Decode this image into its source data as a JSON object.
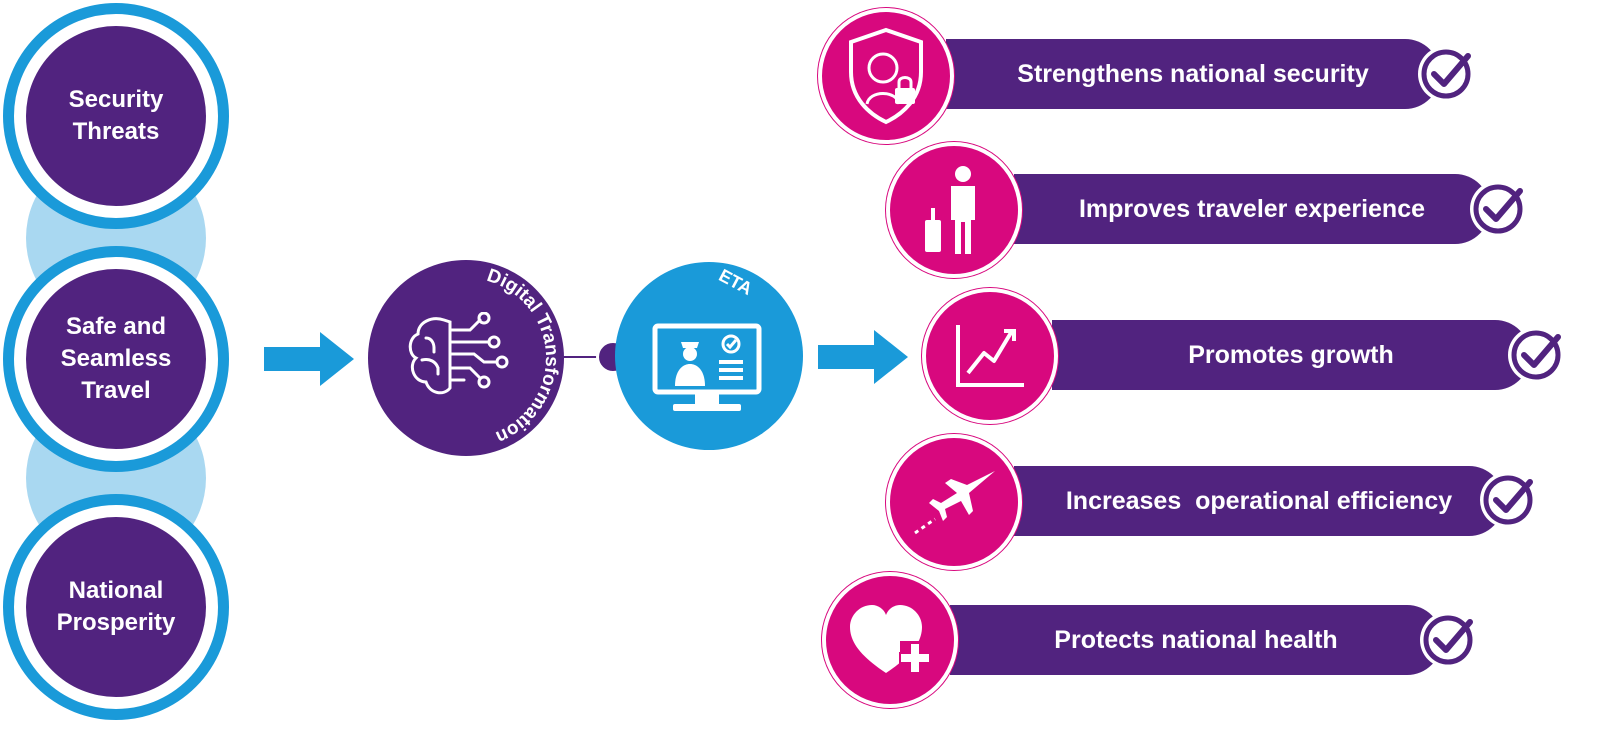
{
  "left_column": {
    "items": [
      {
        "label": "Security\nThreats"
      },
      {
        "label": "Safe and\nSeamless\nTravel"
      },
      {
        "label": "National\nProsperity"
      }
    ]
  },
  "center": {
    "digital_transformation_label": "Digital Transformation",
    "eta_label": "ETA"
  },
  "benefits": [
    {
      "label": "Strengthens national security",
      "icon": "face-shield-lock-icon"
    },
    {
      "label": "Improves traveler experience",
      "icon": "traveler-luggage-icon"
    },
    {
      "label": "Promotes growth",
      "icon": "growth-chart-icon"
    },
    {
      "label": "Increases  operational efficiency",
      "icon": "airplane-icon"
    },
    {
      "label": "Protects national health",
      "icon": "heart-plus-icon"
    }
  ],
  "colors": {
    "purple": "#51237f",
    "blue": "#1a9ad9",
    "light_blue": "#a9d8f1",
    "magenta": "#d8087e"
  }
}
